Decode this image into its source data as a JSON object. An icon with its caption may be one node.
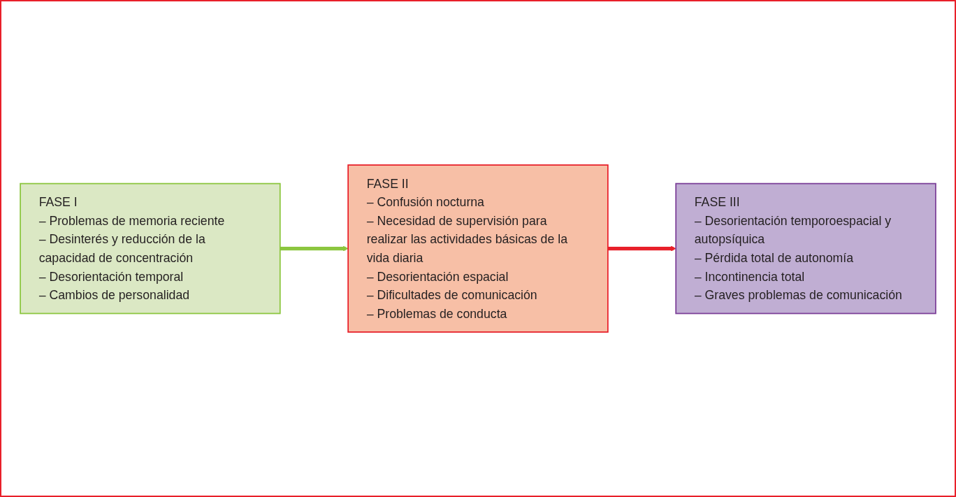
{
  "diagram": {
    "nodes": [
      {
        "text": [
          "FASE I",
          "– Problemas de memoria reciente",
          "– Desinterés y reducción de la capacidad de concentración",
          "– Desorientación temporal",
          "– Cambios de personalidad"
        ]
      },
      {
        "text": [
          "FASE II",
          "– Confusión nocturna",
          "– Necesidad de supervisión para realizar las actividades básicas de la vida diaria",
          "– Desorientación espacial",
          "– Dificultades de comunicación",
          "– Problemas de conducta"
        ]
      },
      {
        "text": [
          "FASE III",
          "– Desorientación temporoespacial y autopsíquica",
          "– Pérdida total de autonomía",
          "– Incontinencia total",
          "– Graves problemas de comunicación"
        ]
      }
    ],
    "edges": [
      {
        "from": 0,
        "to": 1,
        "arrow": "to",
        "color": "#8cc63f"
      },
      {
        "from": 1,
        "to": 2,
        "arrow": "to",
        "color": "#e8202a"
      }
    ]
  }
}
